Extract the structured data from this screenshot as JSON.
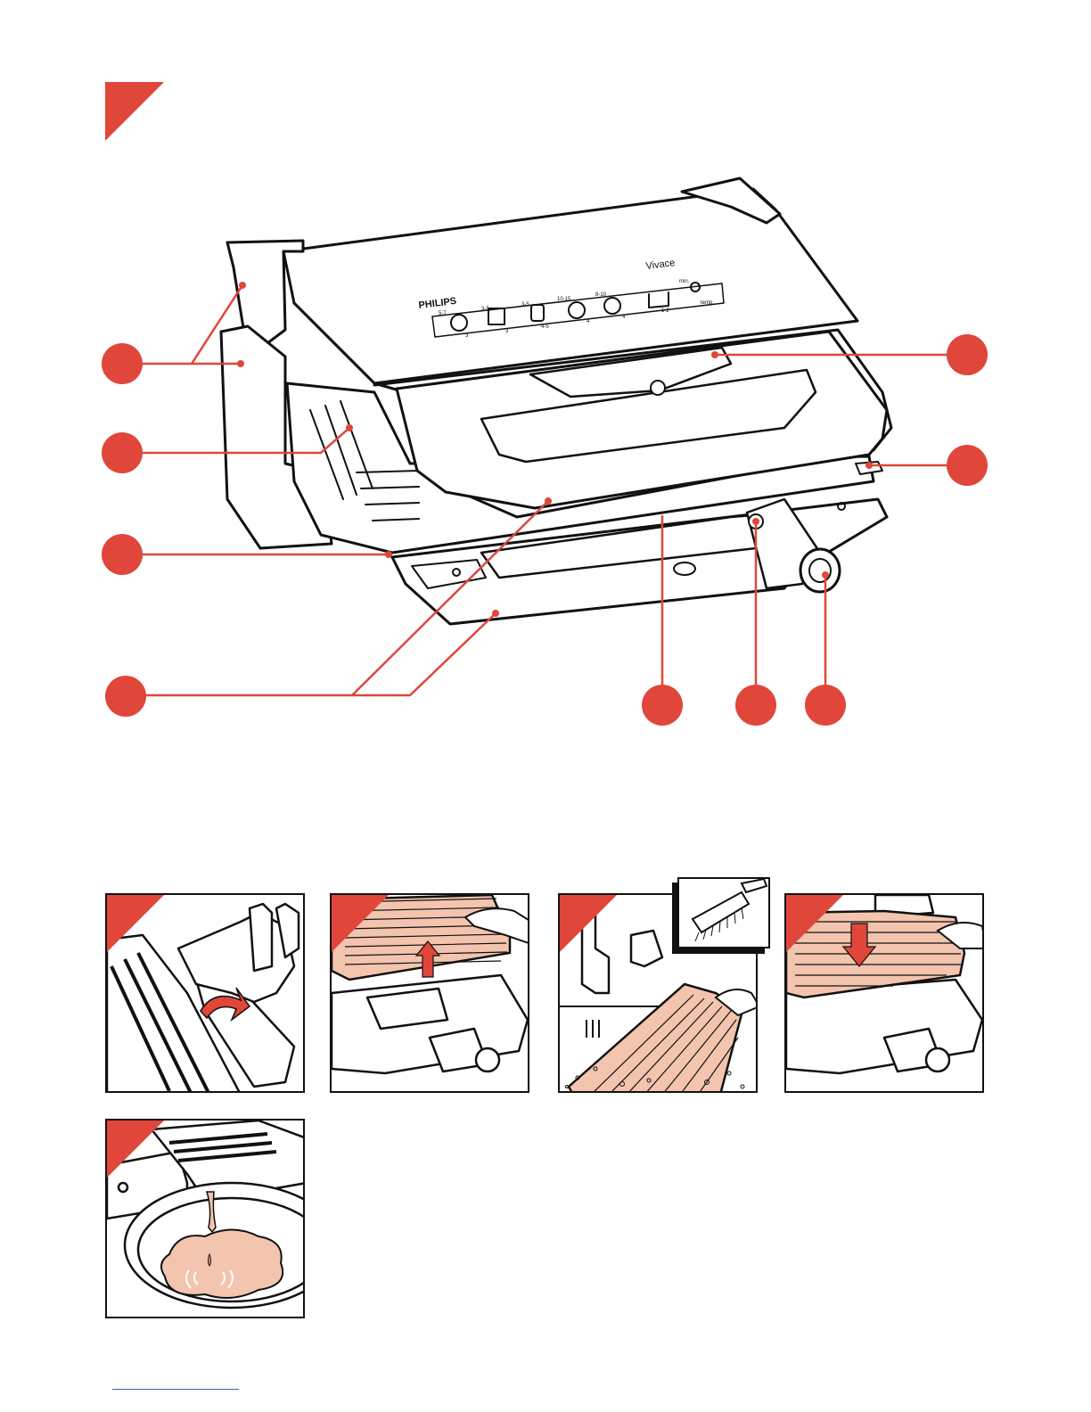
{
  "colors": {
    "accent": "#e0463a",
    "line": "#111111",
    "grill_plate": "#f3c4ae",
    "grill_plate_dark": "#e89a7c",
    "link_rule": "#3a5fb0"
  },
  "appliance": {
    "brand": "PHILIPS",
    "model": "Vivace",
    "panel_top_labels": [
      "5-7",
      "3-5",
      "3-5",
      "10-15",
      "8-10"
    ],
    "panel_bottom_labels": [
      "3",
      "3",
      "4-5",
      "4",
      "4",
      "1-2"
    ],
    "indicator_labels": [
      "min.",
      "temp."
    ]
  },
  "callouts": [
    {
      "id": "callout-1"
    },
    {
      "id": "callout-2"
    },
    {
      "id": "callout-3"
    },
    {
      "id": "callout-4"
    },
    {
      "id": "callout-5"
    },
    {
      "id": "callout-6"
    },
    {
      "id": "callout-7"
    },
    {
      "id": "callout-8"
    },
    {
      "id": "callout-9"
    }
  ],
  "figures": [
    {
      "depicts": "release-catch-icon"
    },
    {
      "depicts": "lift-plate-icon"
    },
    {
      "depicts": "wash-plate-icon"
    },
    {
      "depicts": "insert-plate-icon"
    },
    {
      "depicts": "drip-tray-icon"
    }
  ]
}
